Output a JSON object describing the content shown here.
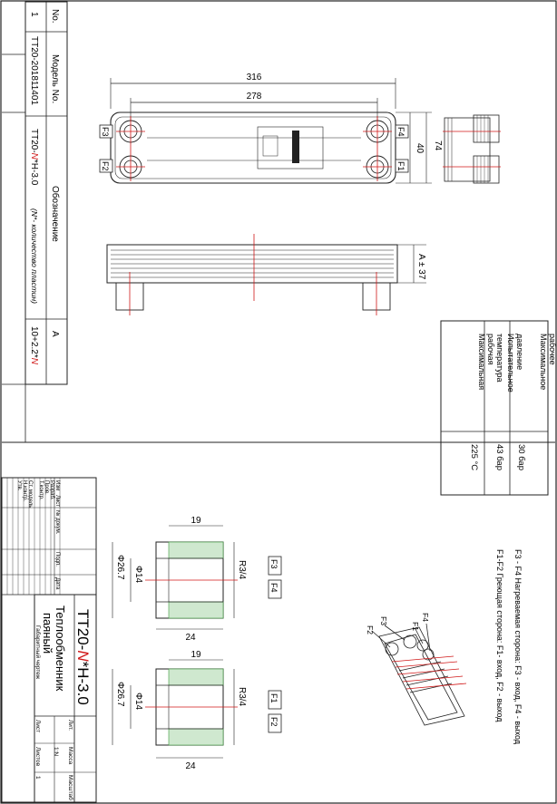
{
  "colors": {
    "line": "#222222",
    "center": "#d01818",
    "hatch": "#3a9a3a",
    "dim": "#333333"
  },
  "spec_table": {
    "h_no": "No.",
    "h_model": "Модель No.",
    "h_designation": "Обозначение",
    "h_rev": "A",
    "row_no": "1",
    "row_model": "TT20-201811401",
    "row_desig_prefix": "TT20-",
    "row_desig_n": "N",
    "row_desig_mid": "*H-3.0",
    "row_desig_note": "(N*- количество пластин)",
    "row_length_prefix": "10+2.2*",
    "row_length_n": "N"
  },
  "front_view": {
    "dim_overall": "316",
    "dim_ports": "278",
    "dim_height": "74",
    "dim_port_spacing": "40",
    "port_f1": "F1",
    "port_f2": "F2",
    "port_f3": "F3",
    "port_f4": "F4",
    "dim_side": "37"
  },
  "params": {
    "max_pressure_label": "Максимальное рабочее давление",
    "max_pressure_value": "30 бар",
    "test_pressure_label": "Испытательное давление",
    "test_pressure_value": "43 бар",
    "max_temp_label": "Максимальная рабочая температура",
    "max_temp_value": "225 °C"
  },
  "legend": {
    "line1": "F3 - F4 Нагреваемая сторона: F3 - вход, F4 - выход",
    "line2": "F1-F2 Греющая сторона: F1- вход, F2 - выход"
  },
  "iso_ports": {
    "f1": "F1",
    "f2": "F2",
    "f3": "F3",
    "f4": "F4"
  },
  "fitting_top": {
    "dim_len": "19",
    "dim_outer": "Φ26.7",
    "dim_inner": "Φ14",
    "dim_thread": "R3/4",
    "dim_total": "24",
    "tag_a": "F3",
    "tag_b": "F4"
  },
  "fitting_bottom": {
    "dim_len": "19",
    "dim_outer": "Φ26.7",
    "dim_inner": "Φ14",
    "dim_thread": "R3/4",
    "dim_total": "24",
    "tag_a": "F1",
    "tag_b": "F2"
  },
  "title_block": {
    "product_prefix": "TT20-",
    "product_n": "N",
    "product_suffix": "*H-3.0",
    "name_line1": "Теплообменник",
    "name_line2": "паяный",
    "subtitle": "Габаритный чертеж",
    "col_izm": "Изм",
    "col_list": "Лист",
    "col_doc": "№ докум.",
    "col_sign": "Подп.",
    "col_date": "Дата",
    "row_razrab": "Разраб.",
    "row_prov": "Пров.",
    "row_tkontr": "Т.контр.",
    "row_nkontr": "Н.контр.",
    "row_utv": "Утв.",
    "row_extra": "Ст. модель",
    "lit": "Лит.",
    "mass": "Масса",
    "scale": "Масштаб",
    "scale_value": "1:N",
    "sheet": "Лист",
    "sheets": "Листов",
    "sheets_value": "1"
  }
}
